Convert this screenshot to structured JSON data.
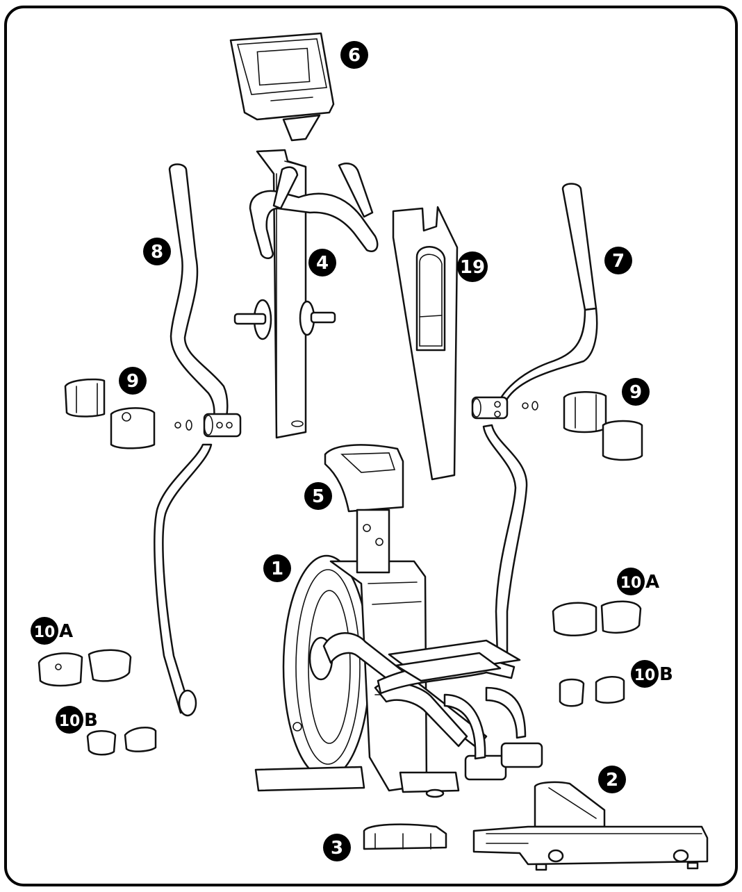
{
  "diagram": {
    "frame_color": "#000000",
    "badge_color": "#000000",
    "badge_text_color": "#ffffff",
    "callouts": [
      {
        "id": "c1",
        "number": "1",
        "suffix": ""
      },
      {
        "id": "c2",
        "number": "2",
        "suffix": ""
      },
      {
        "id": "c3",
        "number": "3",
        "suffix": ""
      },
      {
        "id": "c4",
        "number": "4",
        "suffix": ""
      },
      {
        "id": "c5",
        "number": "5",
        "suffix": ""
      },
      {
        "id": "c6",
        "number": "6",
        "suffix": ""
      },
      {
        "id": "c7",
        "number": "7",
        "suffix": ""
      },
      {
        "id": "c8",
        "number": "8",
        "suffix": ""
      },
      {
        "id": "c9l",
        "number": "9",
        "suffix": ""
      },
      {
        "id": "c9r",
        "number": "9",
        "suffix": ""
      },
      {
        "id": "c19",
        "number": "19",
        "suffix": ""
      },
      {
        "id": "c10al",
        "number": "10",
        "suffix": "A"
      },
      {
        "id": "c10ar",
        "number": "10",
        "suffix": "A"
      },
      {
        "id": "c10bl",
        "number": "10",
        "suffix": "B"
      },
      {
        "id": "c10br",
        "number": "10",
        "suffix": "B"
      }
    ]
  }
}
